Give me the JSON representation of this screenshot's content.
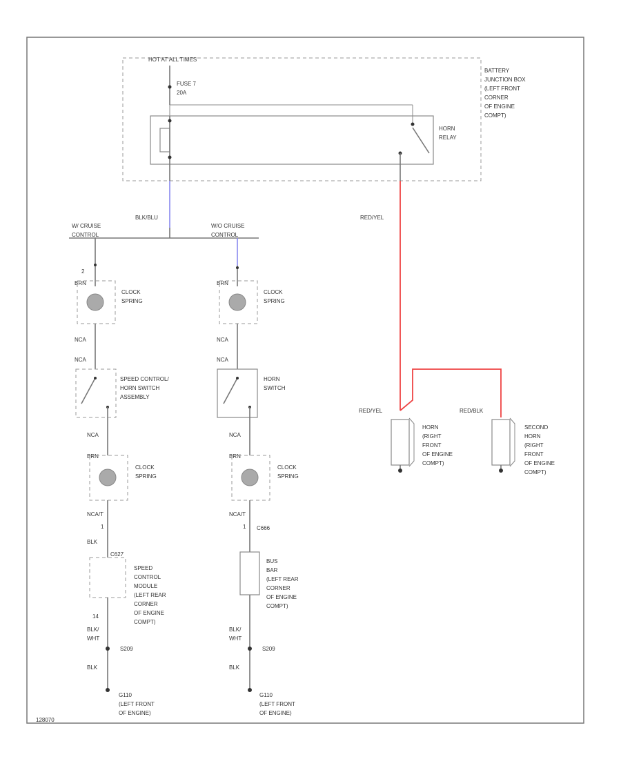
{
  "colors": {
    "wire": "#777777",
    "blue_wire": "#8888ee",
    "red_wire": "#ee4444",
    "border": "#777777"
  },
  "top": {
    "hot_label": "HOT AT ALL TIMES",
    "fuse_label": [
      "FUSE 7",
      "20A"
    ],
    "junction_box_label": [
      "BATTERY",
      "JUNCTION BOX",
      "(LEFT FRONT",
      "CORNER",
      "OF ENGINE",
      "COMPT)"
    ],
    "horn_relay_label": [
      "HORN",
      "RELAY"
    ]
  },
  "wires": {
    "blk_blu": "BLK/BLU",
    "red_yel_top": "RED/YEL",
    "red_yel_horn": "RED/YEL",
    "red_blk": "RED/BLK"
  },
  "left_branch": {
    "title": [
      "W/ CRUISE",
      "CONTROL"
    ],
    "pin_2": "2",
    "conn_top": "BRN",
    "clock1": [
      "CLOCK",
      "SPRING"
    ],
    "wire1": "NCA",
    "wire2": "NCA",
    "switch": [
      "SPEED CONTROL/",
      "HORN SWITCH",
      "ASSEMBLY"
    ],
    "wire3": "NCA",
    "conn_mid": "BRN",
    "clock2": [
      "CLOCK",
      "SPRING"
    ],
    "wire4": "NCA/T",
    "pin_1": "1",
    "wire_blk": "BLK",
    "module_conn": "C627",
    "module": [
      "SPEED",
      "CONTROL",
      "MODULE",
      "(LEFT REAR",
      "CORNER",
      "OF ENGINE",
      "COMPT)"
    ],
    "pin_14": "14",
    "wire_blkwht": [
      "BLK/",
      "WHT"
    ],
    "splice": "S209",
    "wire_blk2": "BLK",
    "ground": [
      "G110",
      "(LEFT FRONT",
      "OF ENGINE)"
    ]
  },
  "middle_branch": {
    "title": [
      "W/O CRUISE",
      "CONTROL"
    ],
    "conn_top": "BRN",
    "clock1": [
      "CLOCK",
      "SPRING"
    ],
    "wire1": "NCA",
    "wire2": "NCA",
    "switch": [
      "HORN",
      "SWITCH"
    ],
    "wire3": "NCA",
    "conn_mid": "BRN",
    "clock2": [
      "CLOCK",
      "SPRING"
    ],
    "wire4": "NCA/T",
    "pin_1": "1",
    "conn_low": "C666",
    "busbar": [
      "BUS",
      "BAR",
      "(LEFT REAR",
      "CORNER",
      "OF ENGINE",
      "COMPT)"
    ],
    "wire_blkwht": [
      "BLK/",
      "WHT"
    ],
    "splice": "S209",
    "wire_blk2": "BLK",
    "ground": [
      "G110",
      "(LEFT FRONT",
      "OF ENGINE)"
    ]
  },
  "horns": {
    "horn1": [
      "HORN",
      "(RIGHT",
      "FRONT",
      "OF ENGINE",
      "COMPT)"
    ],
    "horn2": [
      "SECOND",
      "HORN",
      "(RIGHT",
      "FRONT",
      "OF ENGINE",
      "COMPT)"
    ]
  },
  "footer": {
    "code": "128070"
  }
}
